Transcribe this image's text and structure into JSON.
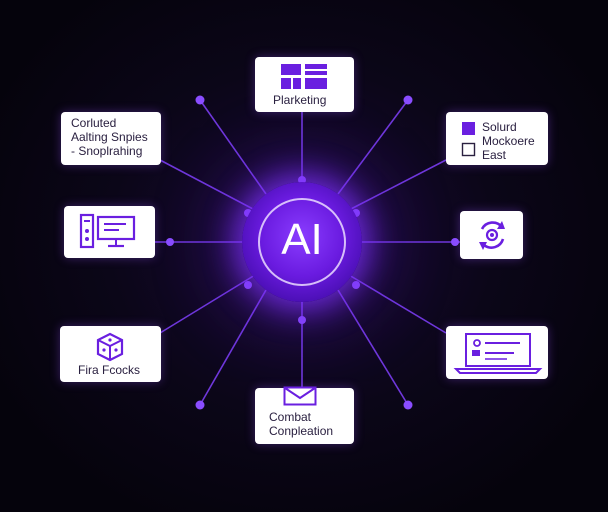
{
  "hub": {
    "label": "AI"
  },
  "colors": {
    "accent": "#7b2ff7",
    "line": "#7a3df0",
    "node": "#8a4dff",
    "card_bg": "#ffffff",
    "background": "#05030c"
  },
  "cards": {
    "top": {
      "label": "Plarketing",
      "icon": "layout-grid-icon"
    },
    "top_left": {
      "line1": "Corluted",
      "line2": "Aalting Snpies",
      "line3": "- Snoplrahing"
    },
    "top_right": {
      "line1": "Solurd",
      "line2": "Mockoere",
      "line3": "East",
      "icon": "checkbox-icon"
    },
    "mid_left": {
      "icon": "desktop-computer-icon"
    },
    "mid_right": {
      "icon": "refresh-cycle-icon"
    },
    "bottom_left": {
      "label": "Fira Fcocks",
      "icon": "cube-icon"
    },
    "bottom": {
      "line1": "Combat",
      "line2": "Conpleation",
      "icon": "envelope-icon"
    },
    "bottom_right": {
      "icon": "laptop-icon"
    }
  }
}
